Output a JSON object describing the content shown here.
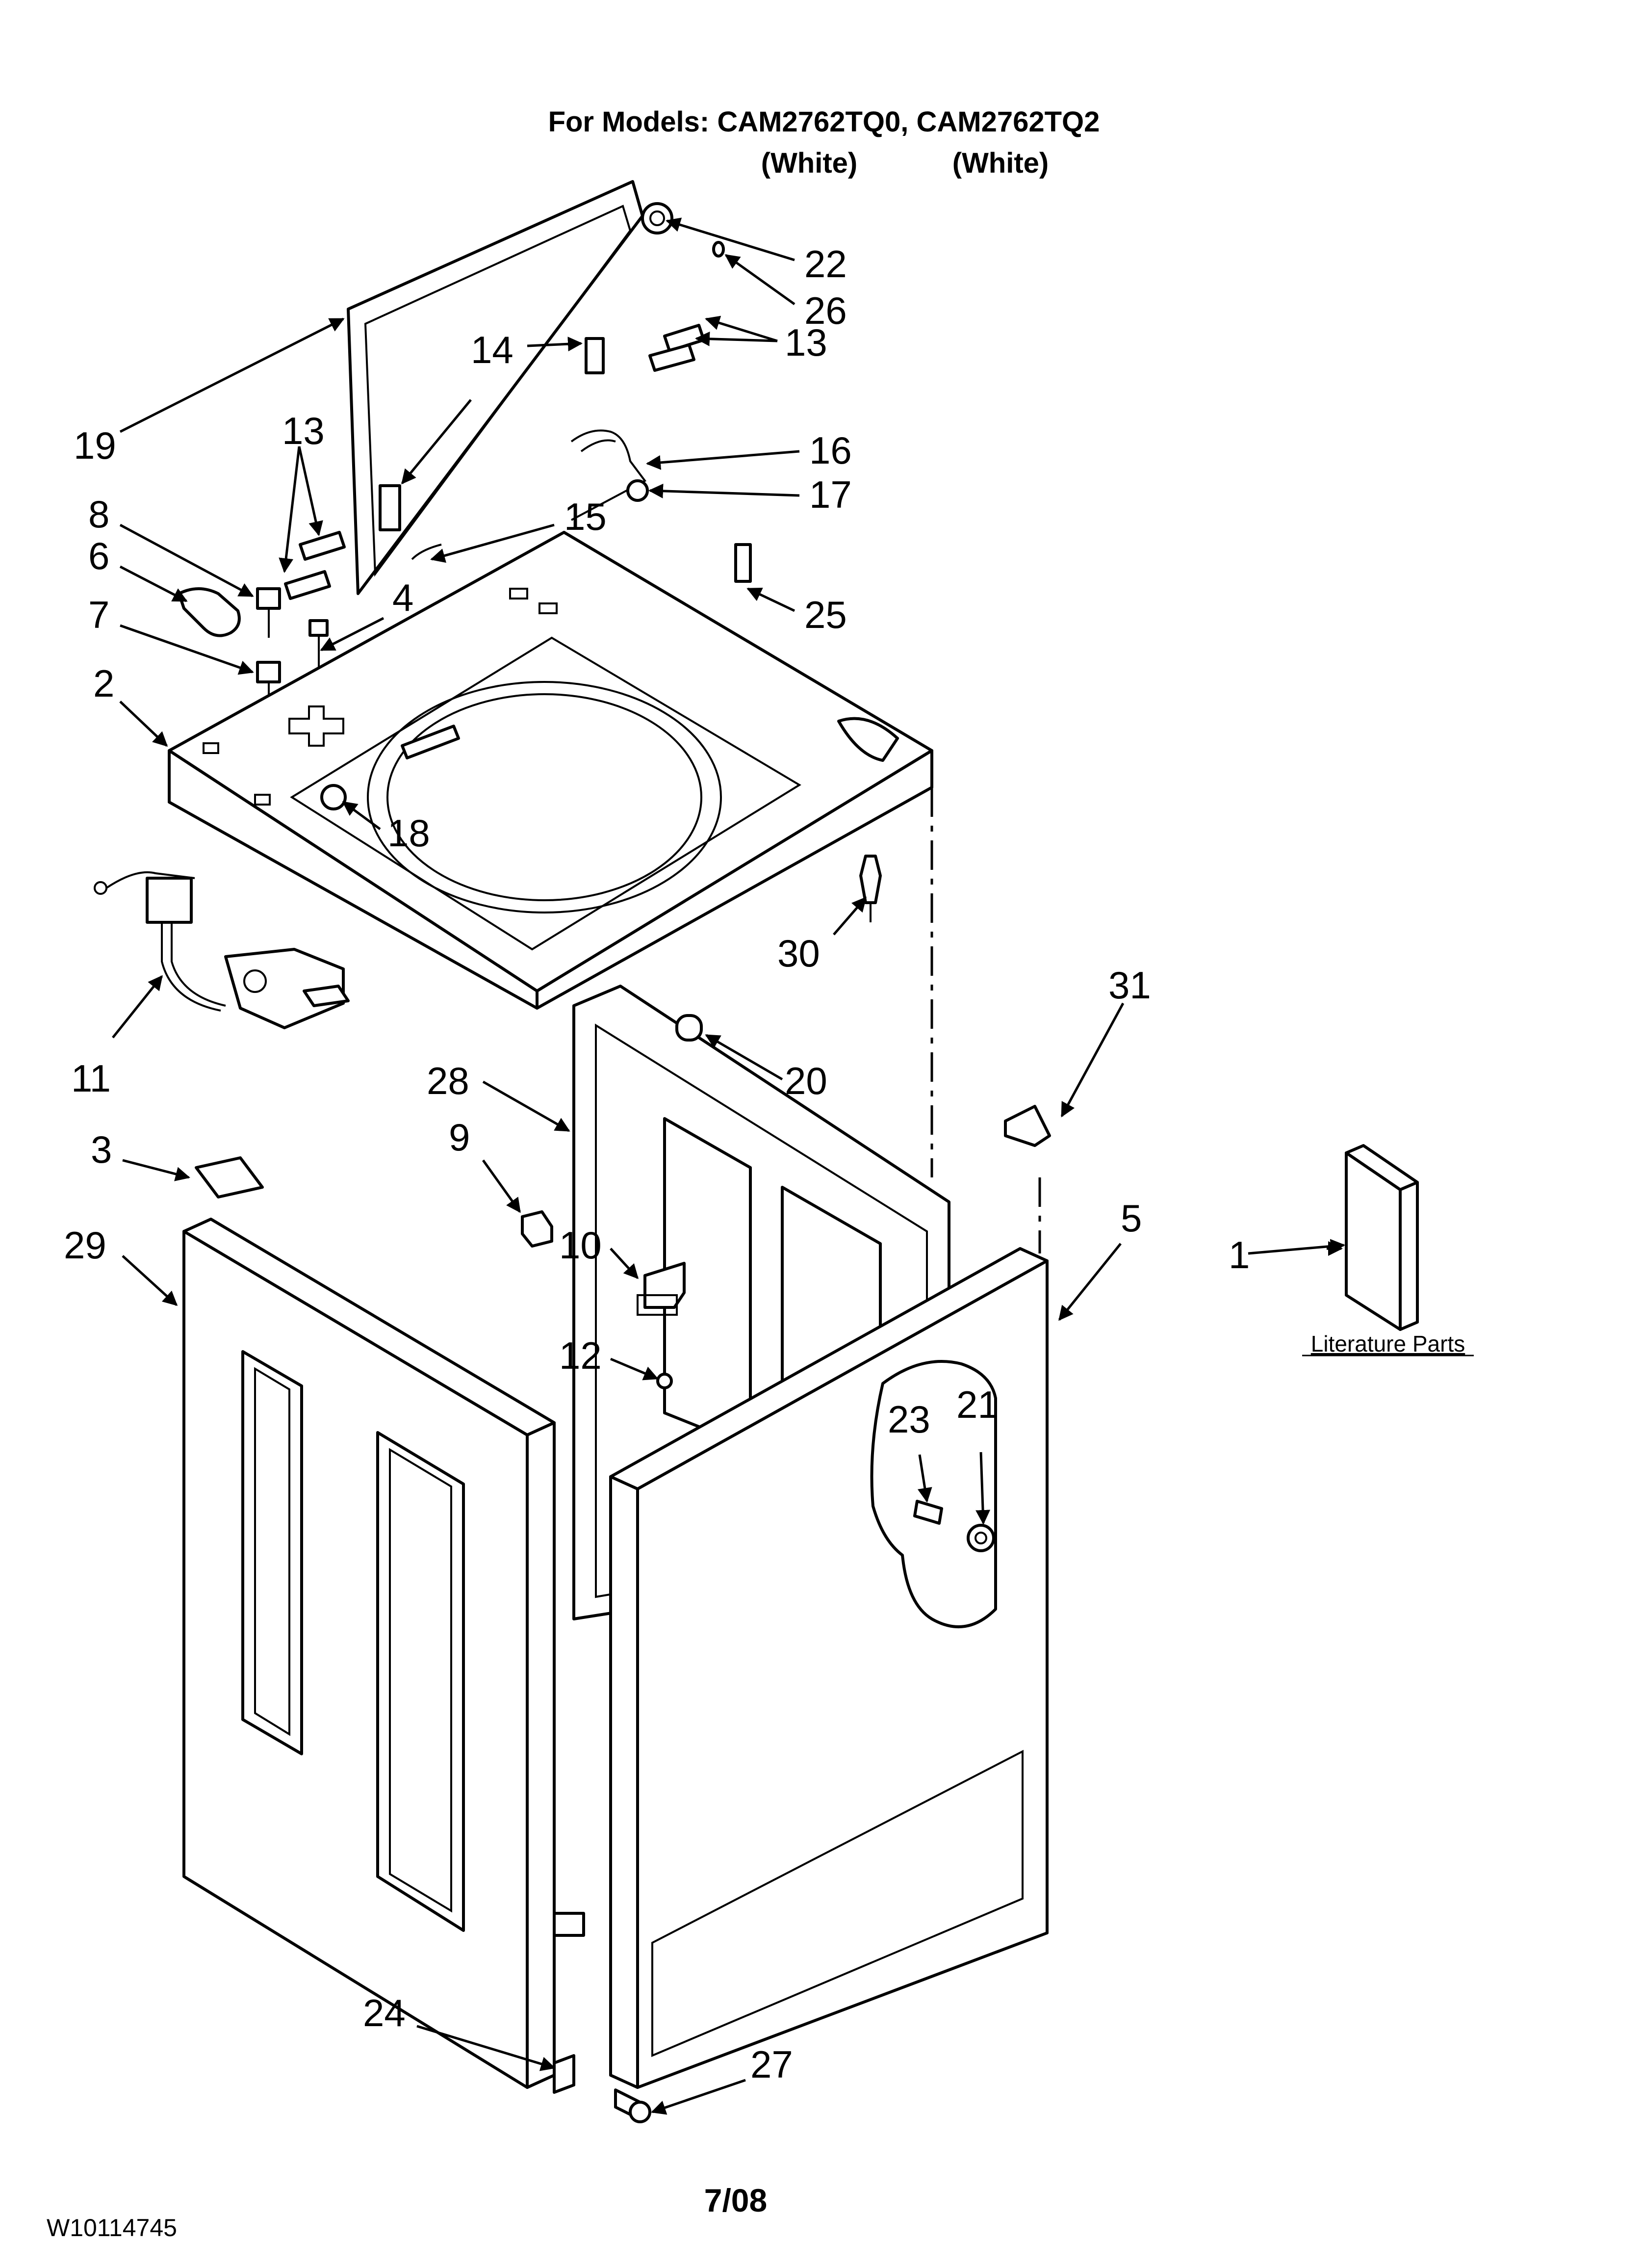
{
  "header": {
    "line1": "For Models: CAM2762TQ0, CAM2762TQ2",
    "color_a": "(White)",
    "color_b": "(White)"
  },
  "footer": {
    "doc_number": "W10114745",
    "date": "7/08"
  },
  "literature_label": "Literature Parts",
  "callouts": {
    "c1": "1",
    "c2": "2",
    "c3": "3",
    "c4": "4",
    "c5": "5",
    "c6": "6",
    "c7": "7",
    "c8": "8",
    "c9": "9",
    "c10": "10",
    "c11": "11",
    "c12": "12",
    "c13a": "13",
    "c13b": "13",
    "c14": "14",
    "c15": "15",
    "c16": "16",
    "c17": "17",
    "c18": "18",
    "c19": "19",
    "c20": "20",
    "c21": "21",
    "c22": "22",
    "c23": "23",
    "c24": "24",
    "c25": "25",
    "c26": "26",
    "c27": "27",
    "c28": "28",
    "c29": "29",
    "c30": "30",
    "c31": "31"
  },
  "colors": {
    "line": "#000000",
    "background": "#ffffff"
  }
}
